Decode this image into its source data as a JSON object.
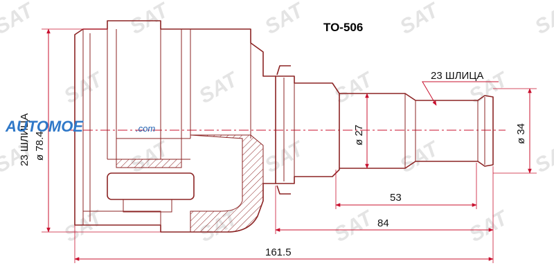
{
  "title": "TO-506",
  "watermark": {
    "brand": "SAT",
    "logo_text": "AUTOMOE",
    "logo_suffix": ".com"
  },
  "dimensions": {
    "outer_diameter": "ø 78.4",
    "outer_splines": "23 ШЛИЦА",
    "stem_diameter": "ø 27",
    "shaft_diameter": "ø 34",
    "shaft_splines": "23 ШЛИЦА",
    "len_53": "53",
    "len_84": "84",
    "len_total": "161.5"
  },
  "colors": {
    "outline": "#8b2323",
    "dimension": "#c8102e",
    "logo": "#2f78c8"
  }
}
